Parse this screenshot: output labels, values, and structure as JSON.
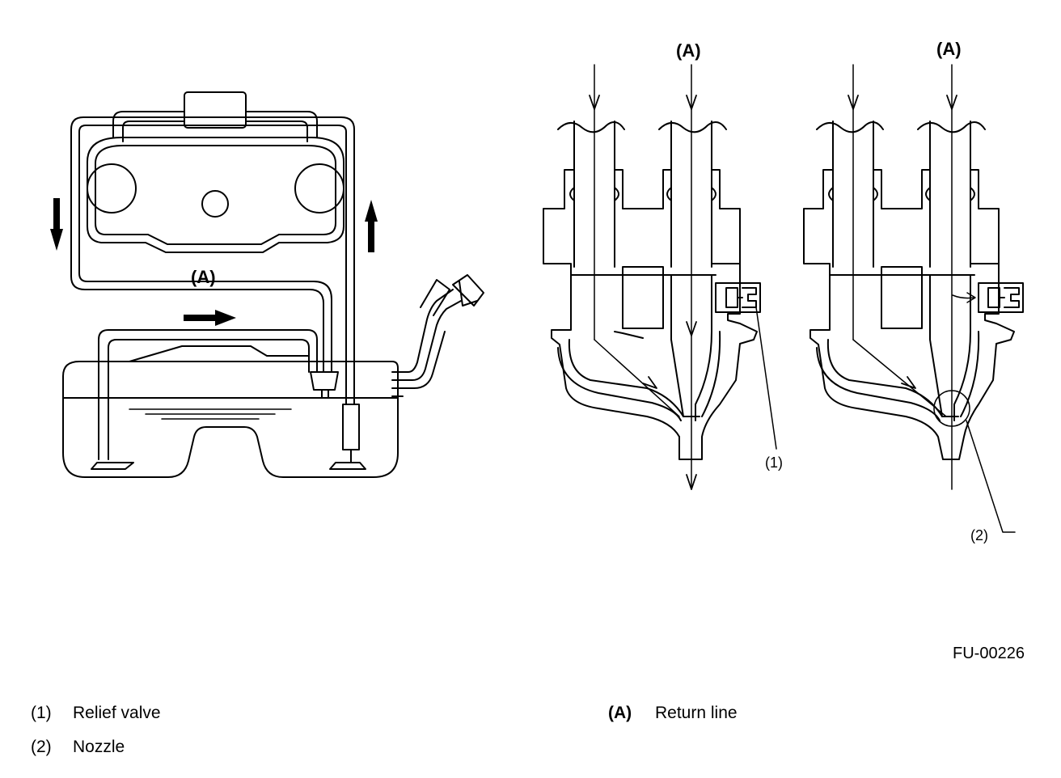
{
  "diagram": {
    "label_a": "(A)",
    "label_1": "(1)",
    "label_2": "(2)",
    "figure_code": "FU-00226"
  },
  "legend": {
    "left": [
      {
        "code": "(1)",
        "text": "Relief valve"
      },
      {
        "code": "(2)",
        "text": "Nozzle"
      }
    ],
    "right": [
      {
        "code": "(A)",
        "text": "Return line"
      }
    ]
  }
}
